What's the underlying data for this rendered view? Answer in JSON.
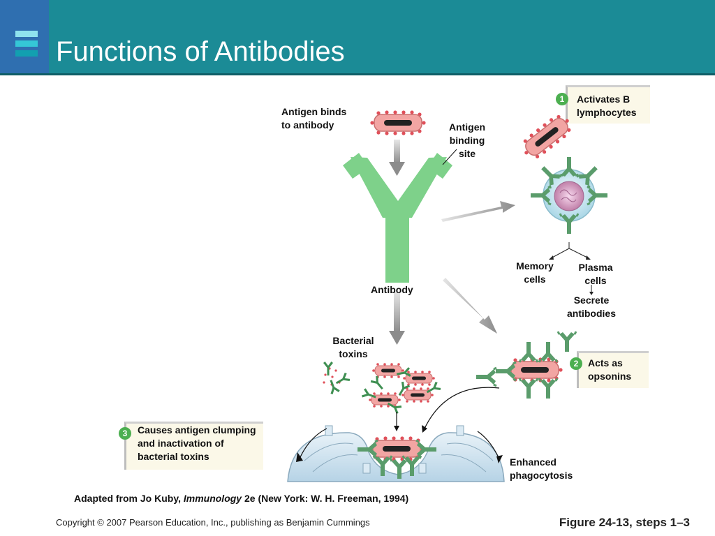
{
  "slide": {
    "title": "Functions of Antibodies"
  },
  "labels": {
    "antigen_binds_line1": "Antigen binds",
    "antigen_binds_line2": "to antibody",
    "binding_site_line1": "Antigen",
    "binding_site_line2": "binding",
    "binding_site_line3": "site",
    "antibody": "Antibody",
    "toxins_line1": "Bacterial",
    "toxins_line2": "toxins",
    "memory_line1": "Memory",
    "memory_line2": "cells",
    "plasma_line1": "Plasma",
    "plasma_line2": "cells",
    "secrete_line1": "Secrete",
    "secrete_line2": "antibodies",
    "phago_line1": "Enhanced",
    "phago_line2": "phagocytosis"
  },
  "steps": [
    {
      "number": "1",
      "line1": "Activates B",
      "line2": "lymphocytes"
    },
    {
      "number": "2",
      "line1": "Acts as",
      "line2": "opsonins"
    },
    {
      "number": "3",
      "line1": "Causes antigen clumping",
      "line2": "and inactivation of",
      "line3": "bacterial toxins"
    }
  ],
  "footer": {
    "citation_prefix": "Adapted from Jo Kuby, ",
    "citation_title": "Immunology",
    "citation_suffix": " 2e (New York: W. H. Freeman, 1994)",
    "copyright": "Copyright © 2007 Pearson Education, Inc., publishing as Benjamin Cummings",
    "figure_ref": "Figure 24-13, steps 1–3"
  },
  "colors": {
    "header": "#1b8b96",
    "antibody": "#7ed18a",
    "bacterium_fill": "#f2a5a3",
    "bacterium_core": "#222222",
    "step_badge": "#4caf50",
    "callout_bg": "#fbf8e8"
  }
}
